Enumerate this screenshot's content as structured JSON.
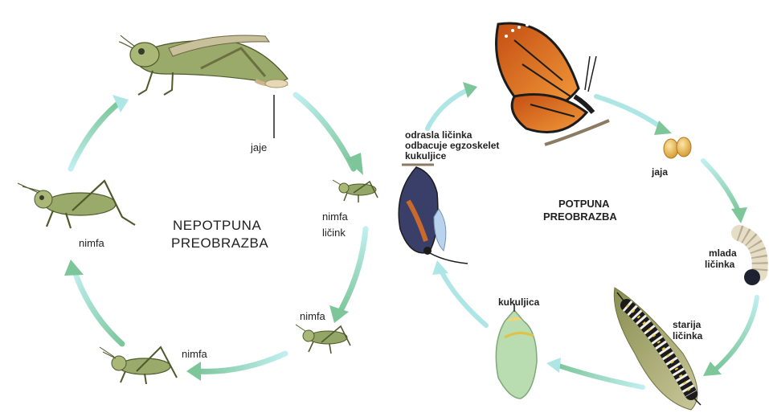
{
  "incomplete": {
    "title_line1": "NEPOTPUNA",
    "title_line2": "PREOBRAZBA",
    "labels": {
      "egg": "jaje",
      "nymph_small_line1": "nimfa",
      "nymph_small_line2": "ličink",
      "nymph_bottom_right": "nimfa",
      "nymph_bottom": "nimfa",
      "nymph_left": "nimfa"
    }
  },
  "complete": {
    "title_line1": "POTPUNA",
    "title_line2": "PREOBRAZBA",
    "labels": {
      "eggs": "jaja",
      "young_larva_line1": "mlada",
      "young_larva_line2": "ličinka",
      "older_larva_line1": "starija",
      "older_larva_line2": "ličinka",
      "pupa": "kukuljica",
      "emerging_line1": "odrasla ličinka",
      "emerging_line2": "odbacuje egzoskelet",
      "emerging_line3": "kukuljice"
    }
  },
  "colors": {
    "arrow_light": "#aee6e6",
    "arrow_dark": "#7cc69a",
    "grasshopper_body": "#9aaa6a",
    "butterfly_orange": "#e0761e",
    "chrysalis_green": "#b9dcb0",
    "egg_yellow": "#e8b64a"
  }
}
